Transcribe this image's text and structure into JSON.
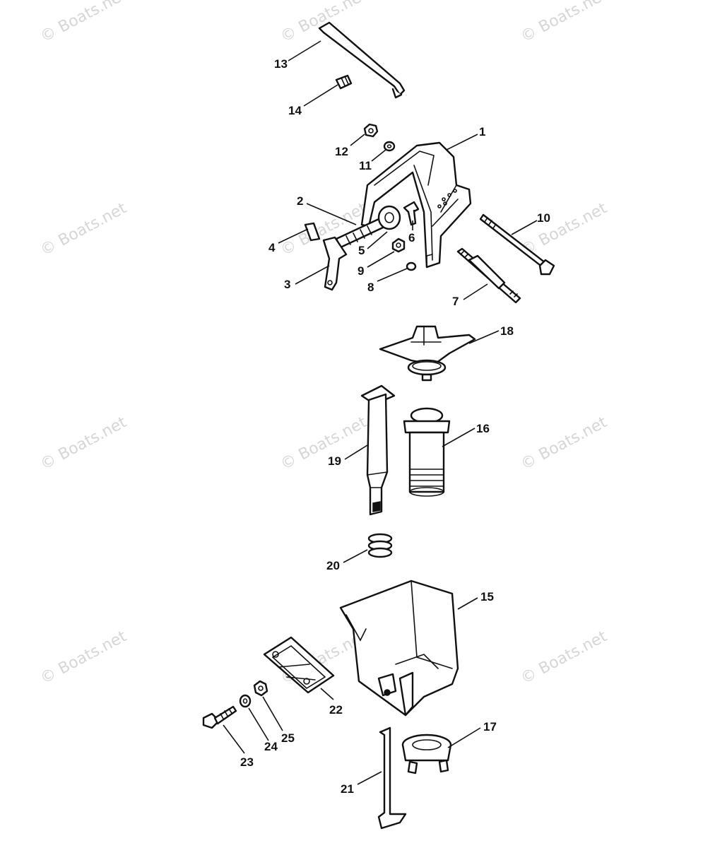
{
  "watermark": "© Boats.net",
  "callouts": [
    "1",
    "2",
    "3",
    "4",
    "5",
    "6",
    "7",
    "8",
    "9",
    "10",
    "11",
    "12",
    "13",
    "14",
    "15",
    "16",
    "17",
    "18",
    "19",
    "20",
    "21",
    "22",
    "23",
    "24",
    "25"
  ]
}
